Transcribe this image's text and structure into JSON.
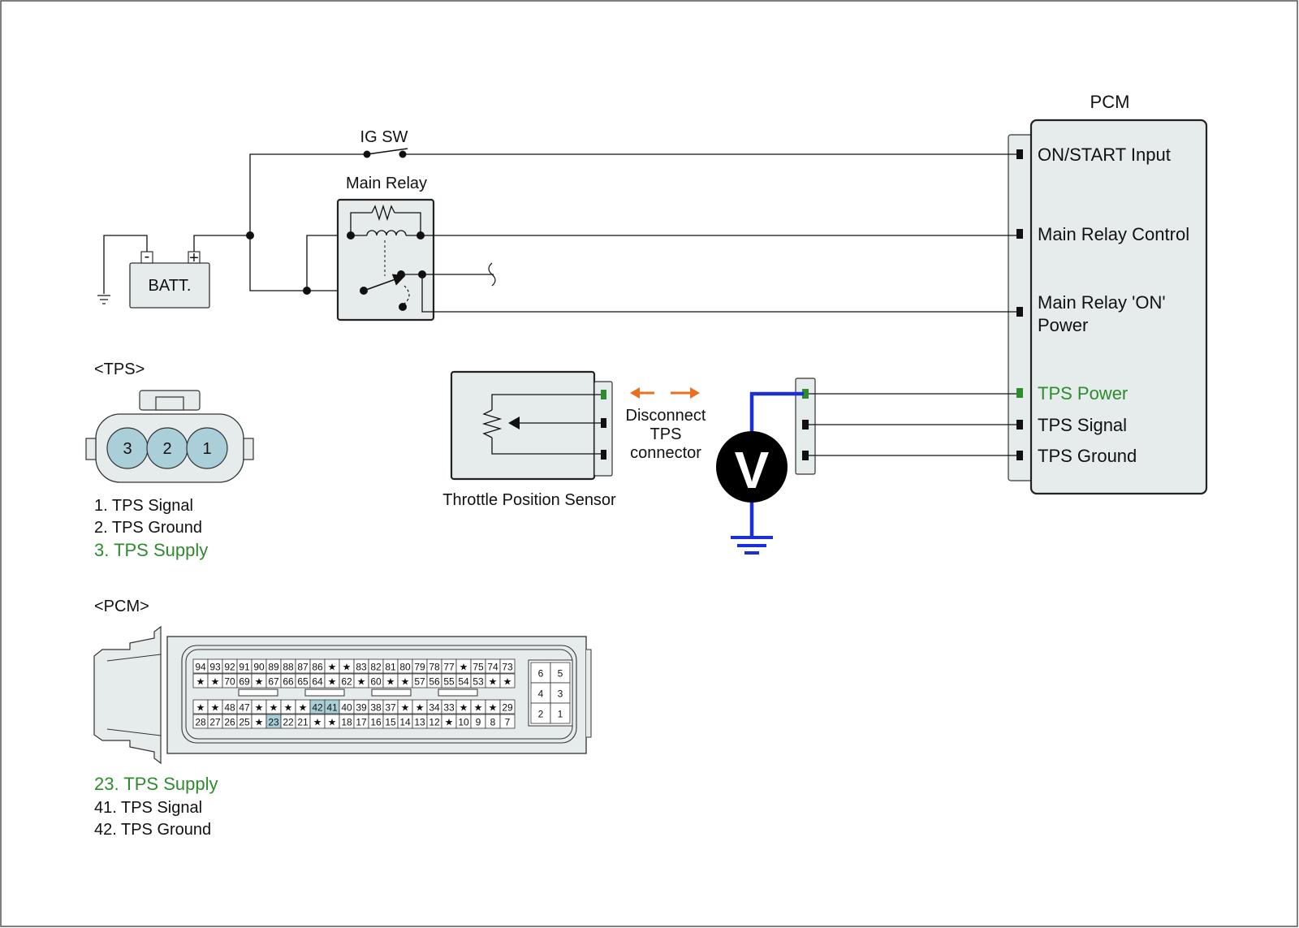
{
  "colors": {
    "accent_green": "#2e8b2e",
    "probe_blue": "#1a2fd6",
    "disconnect_orange": "#e8701f",
    "panel_fill": "#e6ecec",
    "pin_highlight": "#a9d0d9",
    "connector_cavity": "#aacfd9"
  },
  "icons": [
    "battery-icon",
    "ground-icon",
    "ig-switch-icon",
    "relay-coil-icon",
    "voltmeter-icon",
    "potentiometer-icon",
    "arrow-icon"
  ],
  "circuit": {
    "ig_sw_label": "IG SW",
    "main_relay_label": "Main Relay",
    "battery_label": "BATT.",
    "battery_minus": "-",
    "battery_plus": "+",
    "pcm_title": "PCM",
    "pcm_terminals": [
      "ON/START Input",
      "Main Relay Control",
      "Main Relay 'ON'",
      "Power",
      "TPS Power",
      "TPS Signal",
      "TPS Ground"
    ],
    "sensor_label": "Throttle Position Sensor",
    "disconnect_lines": [
      "Disconnect",
      "TPS",
      "connector"
    ],
    "voltmeter_symbol": "V"
  },
  "tps_connector": {
    "title": "<TPS>",
    "cavities": [
      "3",
      "2",
      "1"
    ],
    "legend": [
      "1. TPS Signal",
      "2. TPS Ground",
      "3. TPS Supply"
    ]
  },
  "pcm_connector": {
    "title": "<PCM>",
    "star": "★",
    "rows": [
      [
        "94",
        "93",
        "92",
        "91",
        "90",
        "89",
        "88",
        "87",
        "86",
        "★",
        "★",
        "83",
        "82",
        "81",
        "80",
        "79",
        "78",
        "77",
        "★",
        "75",
        "74",
        "73"
      ],
      [
        "★",
        "★",
        "70",
        "69",
        "★",
        "67",
        "66",
        "65",
        "64",
        "★",
        "62",
        "★",
        "60",
        "★",
        "★",
        "57",
        "56",
        "55",
        "54",
        "53",
        "★",
        "★"
      ],
      [
        "★",
        "★",
        "48",
        "47",
        "★",
        "★",
        "★",
        "★",
        "42",
        "41",
        "40",
        "39",
        "38",
        "37",
        "★",
        "★",
        "34",
        "33",
        "★",
        "★",
        "★",
        "29"
      ],
      [
        "28",
        "27",
        "26",
        "25",
        "★",
        "23",
        "22",
        "21",
        "★",
        "★",
        "18",
        "17",
        "16",
        "15",
        "14",
        "13",
        "12",
        "★",
        "10",
        "9",
        "8",
        "7"
      ]
    ],
    "highlighted": [
      "42",
      "41",
      "23"
    ],
    "side_block": [
      [
        "6",
        "5"
      ],
      [
        "4",
        "3"
      ],
      [
        "2",
        "1"
      ]
    ],
    "legend": [
      "23. TPS Supply",
      "41. TPS Signal",
      "42. TPS Ground"
    ]
  }
}
